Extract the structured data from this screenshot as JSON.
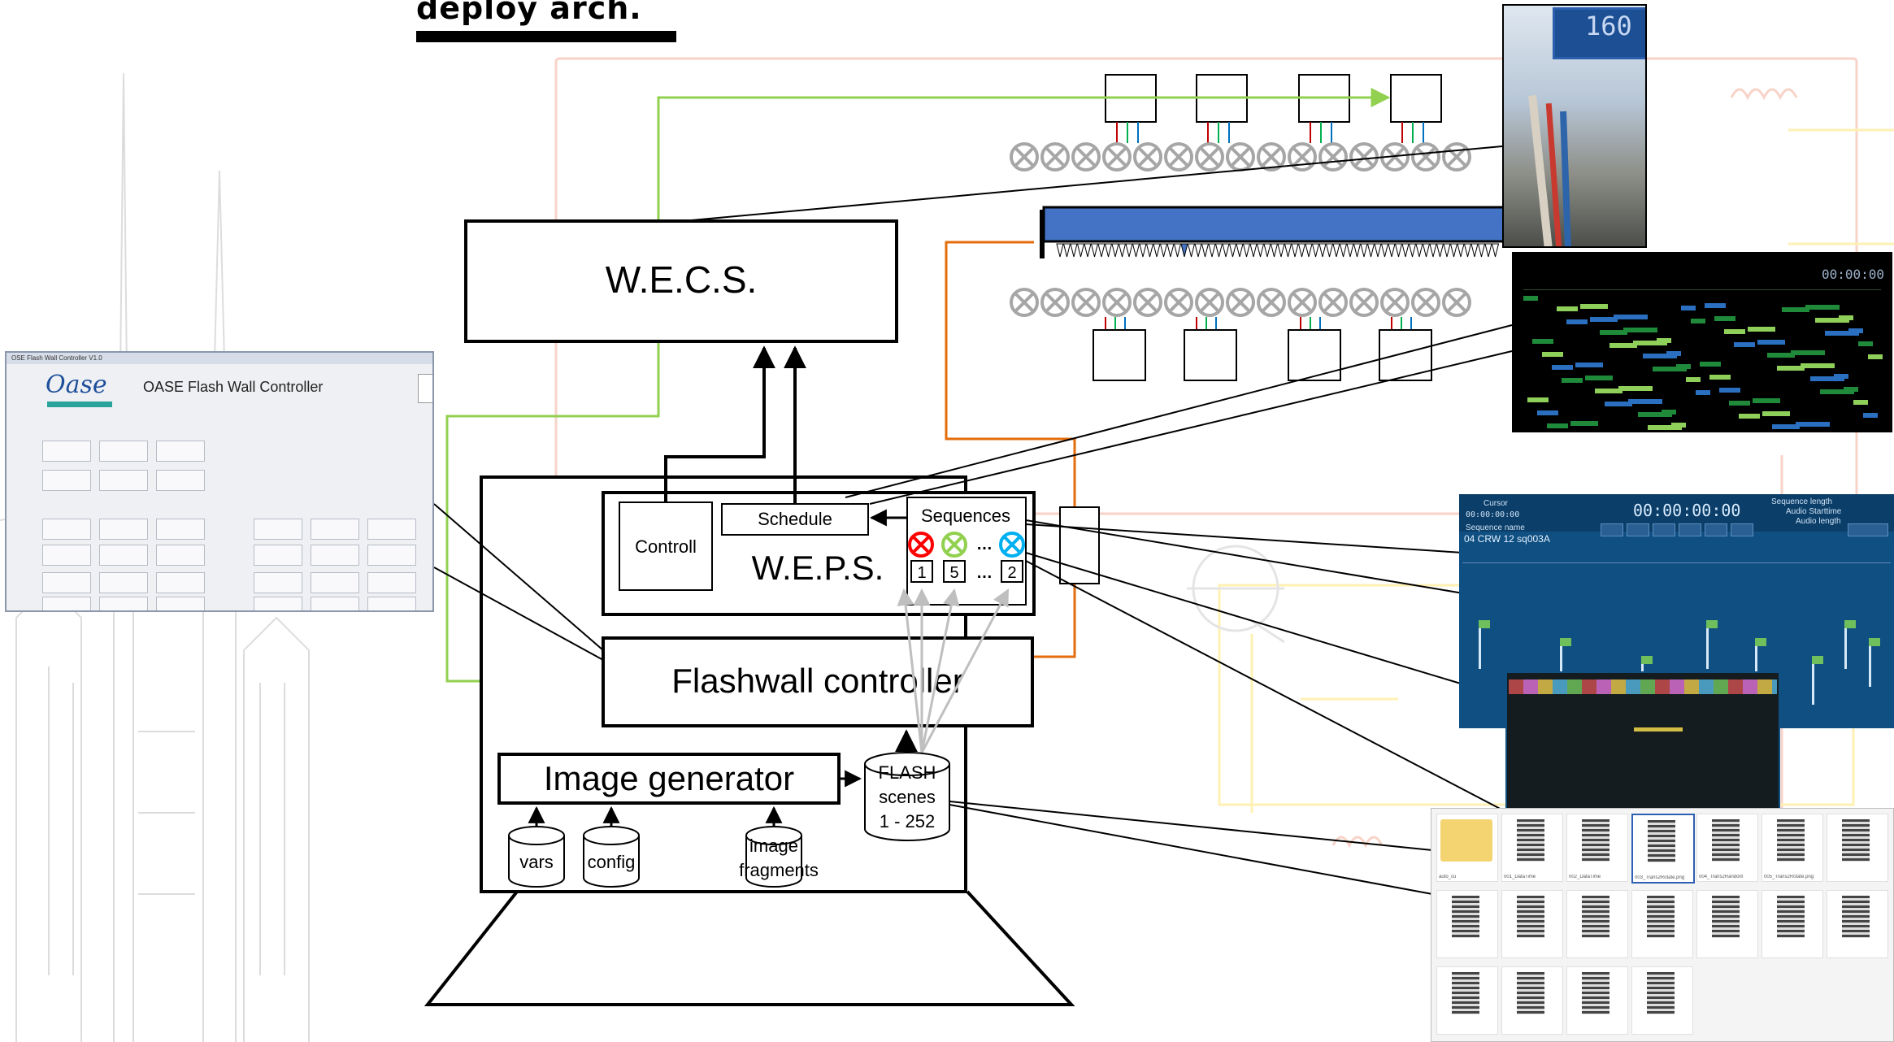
{
  "title": "deploy arch.",
  "boxes": {
    "wecs": "W.E.C.S.",
    "weps": "W.E.P.S.",
    "controll": "Controll",
    "schedule": "Schedule",
    "sequences": "Sequences",
    "flashwall_controller": "Flashwall controller",
    "image_generator": "Image generator"
  },
  "sequence_slots": [
    "1",
    "5",
    "…",
    "2"
  ],
  "sequence_dots_ellipsis": "…",
  "databases": {
    "flash_scenes": [
      "FLASH",
      "scenes",
      "1 - 252"
    ],
    "vars": "vars",
    "config": "config",
    "image_fragments": [
      "image",
      "fragments"
    ]
  },
  "colors": {
    "green_link": "#92d050",
    "orange_link": "#e46c0a",
    "gray_link": "#bfbfbf",
    "lamp_gray": "#a6a6a6",
    "strip_blue": "#4472c4",
    "dot_red": "#ff0000",
    "dot_green": "#92d050",
    "dot_blue": "#00b0f0"
  },
  "oase_window": {
    "window_title": "OSE Flash Wall Controller V1.0",
    "brand": "Oase",
    "heading": "OASE Flash Wall Controller"
  },
  "photo_readout": "160",
  "timeline_screen": {
    "timecode": "00:00:00"
  },
  "sequence_editor": {
    "clock": "00:00:00:00",
    "cursor_label": "Cursor",
    "cursor_time": "00:00:00:00",
    "sequence_name_label": "Sequence name",
    "sequence_name": "04 CRW 12 sq003A",
    "sequence_length_label": "Sequence length",
    "audio_start_label": "Audio Starttime",
    "audio_length_label": "Audio length"
  },
  "explorer_captions": [
    "auto_cu",
    "001_DataTime",
    "002_DataTime",
    "003_Trans2Rotate.png",
    "004_Trans2Random",
    "005_Trans2Rotate.png"
  ]
}
